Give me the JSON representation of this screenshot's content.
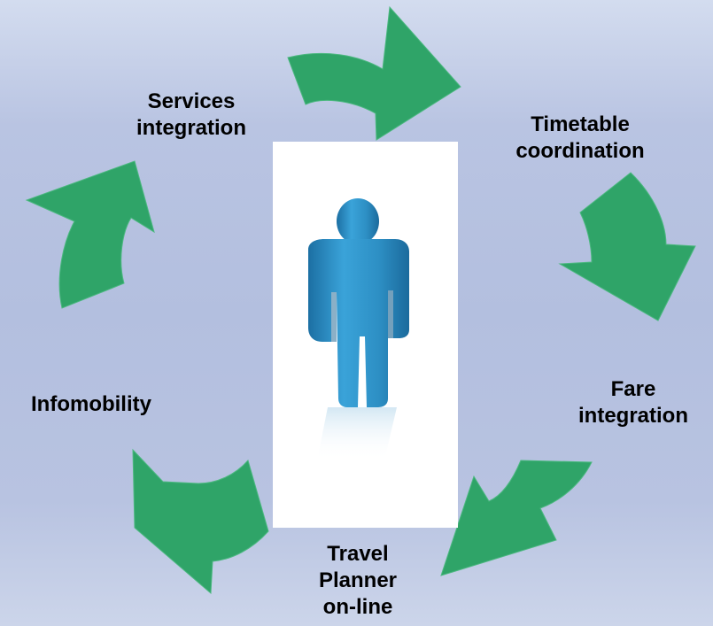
{
  "diagram": {
    "nodes": [
      {
        "id": "services",
        "lines": [
          "Services",
          "integration"
        ]
      },
      {
        "id": "timetable",
        "lines": [
          "Timetable",
          "coordination"
        ]
      },
      {
        "id": "fare",
        "lines": [
          "Fare",
          "integration"
        ]
      },
      {
        "id": "travel",
        "lines": [
          "Travel",
          "Planner",
          "on-line"
        ]
      },
      {
        "id": "infomobility",
        "lines": [
          "Infomobility"
        ]
      }
    ],
    "center_icon": "person-figure-icon",
    "colors": {
      "arrow": "#2fa468",
      "person": "#2d8fc4",
      "background": "#b9c4e2"
    }
  }
}
